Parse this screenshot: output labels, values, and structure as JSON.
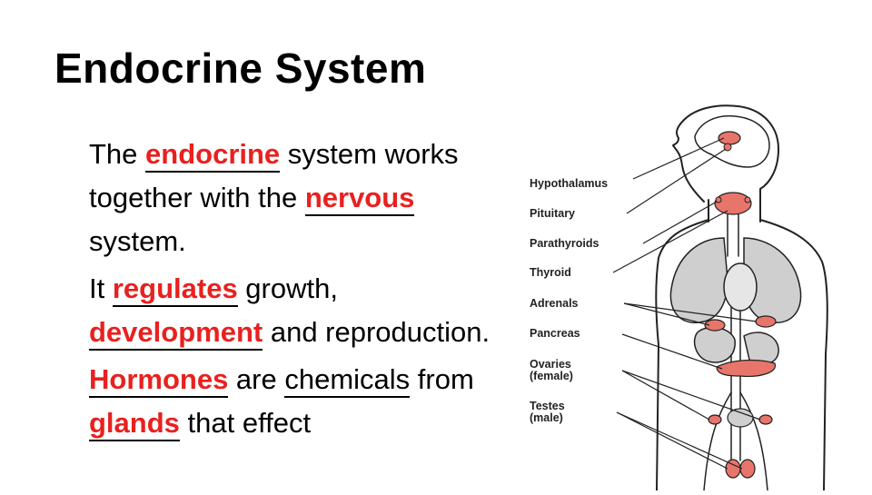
{
  "slide": {
    "title": "Endocrine System",
    "p1": {
      "t1": "The ",
      "b1": "endocrine",
      "t2": " system works together with the ",
      "b2": "nervous",
      "t3": " system."
    },
    "p2": {
      "t1": "It ",
      "b1": "regulates",
      "t2": " growth, ",
      "b2": "development",
      "t3": " and reproduction."
    },
    "p3": {
      "b1": "Hormones",
      "t1": " are ",
      "u1": "chemicals",
      "t2": " from ",
      "b2": "glands",
      "t3": " that effect"
    }
  },
  "figure": {
    "labels": {
      "hypothalamus": "Hypothalamus",
      "pituitary": "Pituitary",
      "parathyroids": "Parathyroids",
      "thyroid": "Thyroid",
      "adrenals": "Adrenals",
      "pancreas": "Pancreas",
      "ovaries": "Ovaries",
      "ovaries_sub": "(female)",
      "testes": "Testes",
      "testes_sub": "(male)"
    },
    "colors": {
      "gland": "#e8756a",
      "organ": "#cfcfcf",
      "outline": "#222222"
    }
  },
  "colors": {
    "blank_text": "#e8211f",
    "text": "#000000",
    "background": "#ffffff"
  }
}
